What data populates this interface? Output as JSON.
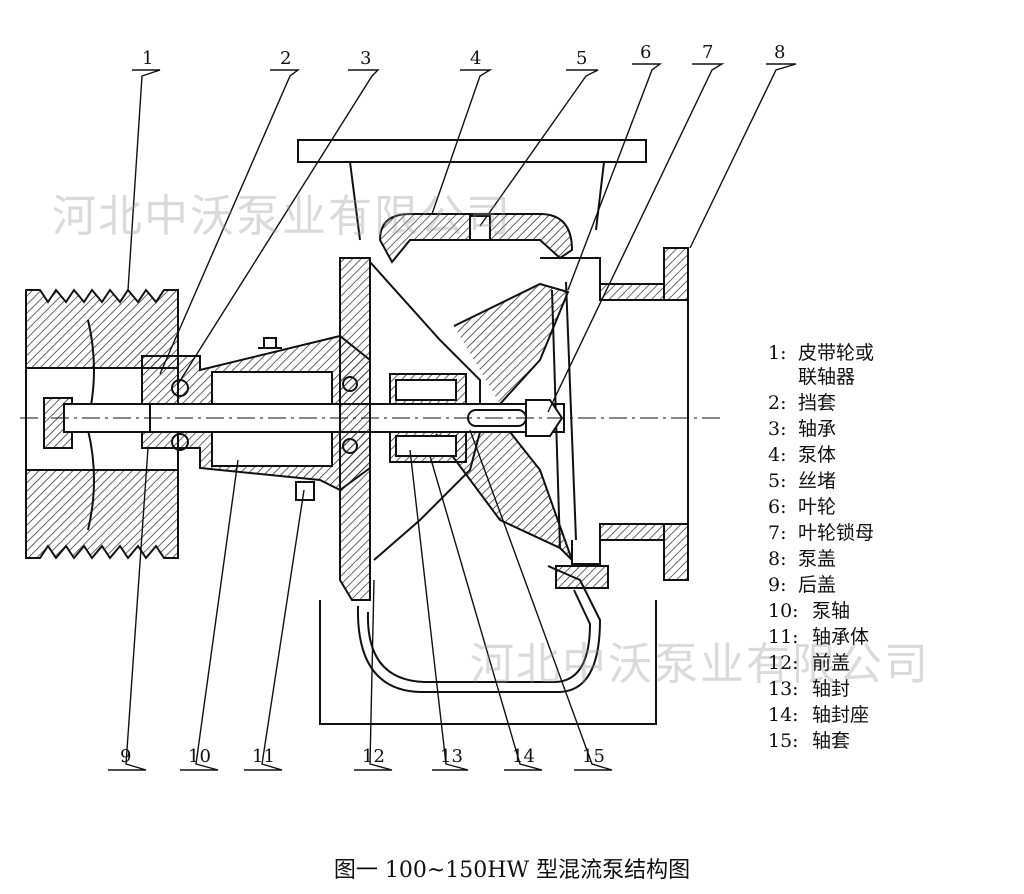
{
  "watermark": "河北中沃泵业有限公司",
  "caption": "图一    100~150HW 型混流泵结构图",
  "callouts": [
    "1",
    "2",
    "3",
    "4",
    "5",
    "6",
    "7",
    "8",
    "9",
    "10",
    "11",
    "12",
    "13",
    "14",
    "15"
  ],
  "legend": [
    {
      "num": "1:",
      "name": "皮带轮或",
      "cont": "联轴器"
    },
    {
      "num": "2:",
      "name": "挡套"
    },
    {
      "num": "3:",
      "name": "轴承"
    },
    {
      "num": "4:",
      "name": "泵体"
    },
    {
      "num": "5:",
      "name": "丝堵"
    },
    {
      "num": "6:",
      "name": "叶轮"
    },
    {
      "num": "7:",
      "name": "叶轮锁母"
    },
    {
      "num": "8:",
      "name": "泵盖"
    },
    {
      "num": "9:",
      "name": "后盖"
    },
    {
      "num": "10:",
      "name": "泵轴"
    },
    {
      "num": "11:",
      "name": "轴承体"
    },
    {
      "num": "12:",
      "name": "前盖"
    },
    {
      "num": "13:",
      "name": "轴封"
    },
    {
      "num": "14:",
      "name": "轴封座"
    },
    {
      "num": "15:",
      "name": "轴套"
    }
  ]
}
